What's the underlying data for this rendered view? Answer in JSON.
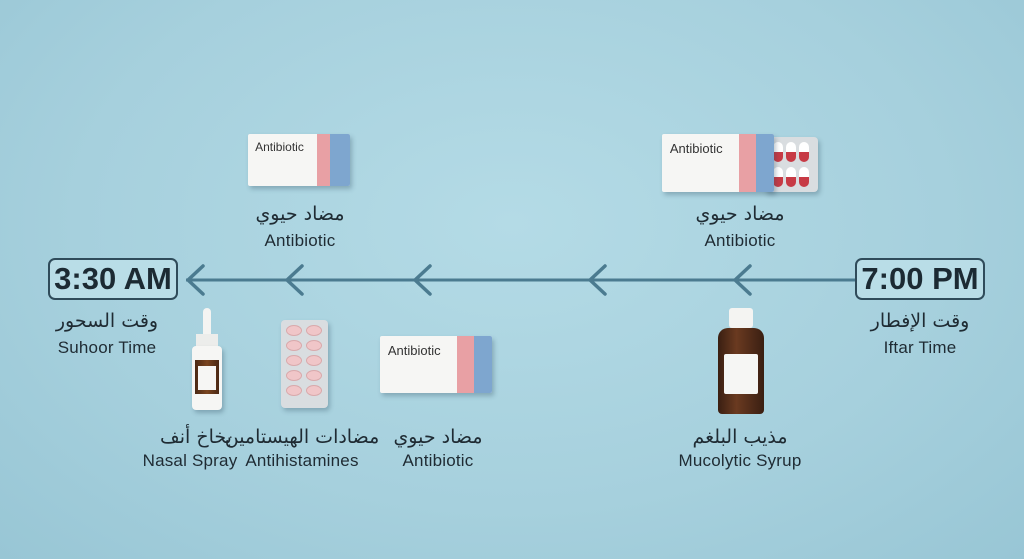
{
  "timeline": {
    "start": {
      "time": "7:00 PM",
      "label_ar": "وقت الإفطار",
      "label_en": "Iftar Time"
    },
    "end": {
      "time": "3:30 AM",
      "label_ar": "وقت السحور",
      "label_en": "Suhoor Time"
    },
    "direction": "right-to-left",
    "colors": {
      "line": "#4b7b90",
      "box_border": "#2f4b5a",
      "background": "#a9d3e0"
    }
  },
  "products": {
    "top_right": {
      "label_ar": "مضاد حيوي",
      "label_en": "Antibiotic",
      "package_text": "Antibiotic"
    },
    "top_left": {
      "label_ar": "مضاد حيوي",
      "label_en": "Antibiotic",
      "package_text": "Antibiotic"
    },
    "syrup": {
      "label_ar": "مذيب البلغم",
      "label_en": "Mucolytic Syrup"
    },
    "antibiotic_bottom": {
      "label_ar": "مضاد حيوي",
      "label_en": "Antibiotic",
      "package_text": "Antibiotic"
    },
    "antihistamines": {
      "label_ar": "مضادات الهيستامين",
      "label_en": "Antihistamines"
    },
    "nasal_spray": {
      "label_ar": "بخاخ أنف",
      "label_en": "Nasal Spray"
    }
  }
}
